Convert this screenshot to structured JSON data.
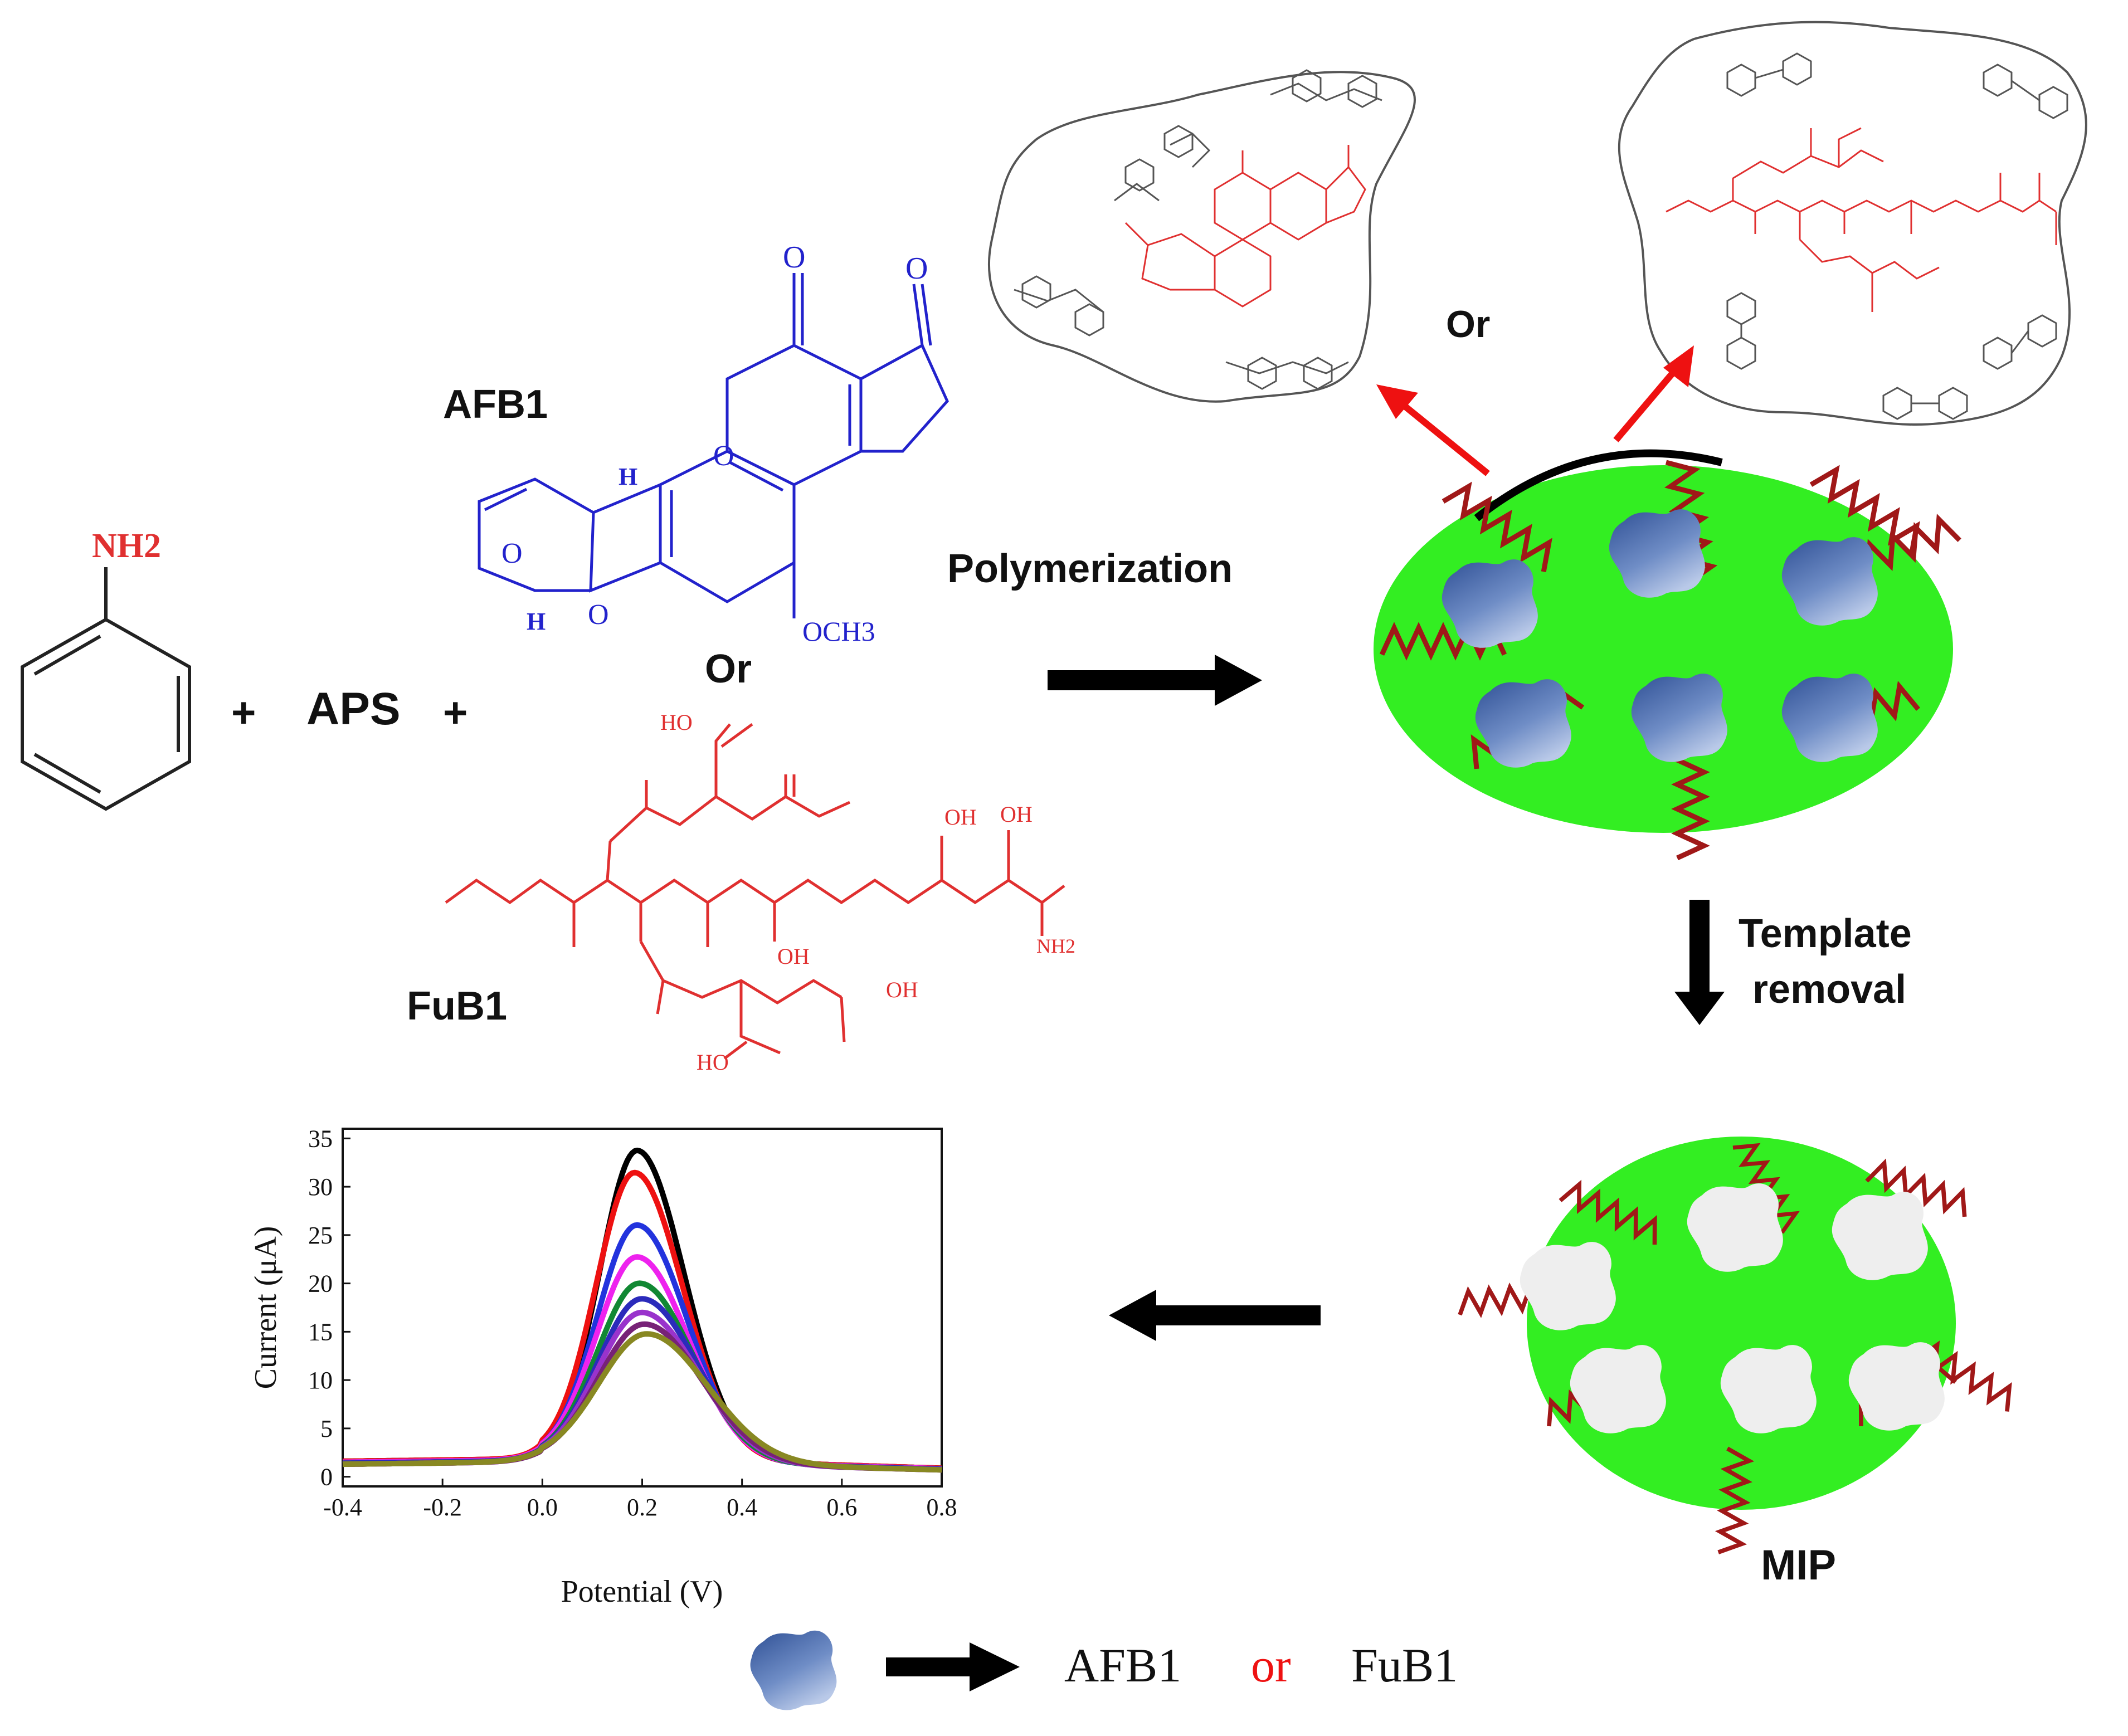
{
  "reagents": {
    "aniline_group": "NH2",
    "plus": "+",
    "aps": "APS"
  },
  "templates": {
    "afb1_label": "AFB1",
    "afb1_och3": "OCH3",
    "afb1_h": "H",
    "or_label": "Or",
    "fub1_label": "FuB1",
    "fub1_oh": "OH",
    "fub1_ho": "HO",
    "fub1_nh2": "NH2"
  },
  "steps": {
    "polymerization": "Polymerization",
    "or_between_insets": "Or",
    "template_removal_line1": "Template",
    "template_removal_line2": "removal",
    "mip": "MIP"
  },
  "legend": {
    "afb1": "AFB1",
    "or": "or",
    "fub1": "FuB1"
  },
  "colors": {
    "polymer_green": "#33ee22",
    "polymer_chain": "#a01818",
    "template_blue": "#5a78b8",
    "cavity": "#eeeeee",
    "afb1_structure": "#2222cc",
    "fub1_structure": "#e03030",
    "arrow_red": "#ee1111"
  },
  "chart_data": {
    "type": "line",
    "xlabel": "Potential (V)",
    "ylabel": "Current (μA)",
    "xlim": [
      -0.4,
      0.8
    ],
    "ylim": [
      -1,
      36
    ],
    "xticks": [
      "-0.4",
      "-0.2",
      "0.0",
      "0.2",
      "0.4",
      "0.6",
      "0.8"
    ],
    "yticks": [
      "0",
      "5",
      "10",
      "15",
      "20",
      "25",
      "30",
      "35"
    ],
    "series": [
      {
        "color": "#000000",
        "peak": 33.5,
        "center": 0.19,
        "width": 0.075,
        "base": 1.6
      },
      {
        "color": "#ee1111",
        "peak": 31.2,
        "center": 0.185,
        "width": 0.077,
        "base": 1.6
      },
      {
        "color": "#2233dd",
        "peak": 25.8,
        "center": 0.19,
        "width": 0.08,
        "base": 1.5
      },
      {
        "color": "#ee22ee",
        "peak": 22.5,
        "center": 0.19,
        "width": 0.082,
        "base": 1.5
      },
      {
        "color": "#118833",
        "peak": 19.8,
        "center": 0.195,
        "width": 0.085,
        "base": 1.4
      },
      {
        "color": "#2b2bbb",
        "peak": 18.2,
        "center": 0.2,
        "width": 0.088,
        "base": 1.4
      },
      {
        "color": "#9933cc",
        "peak": 16.8,
        "center": 0.2,
        "width": 0.09,
        "base": 1.3
      },
      {
        "color": "#772277",
        "peak": 15.6,
        "center": 0.205,
        "width": 0.092,
        "base": 1.3
      },
      {
        "color": "#888822",
        "peak": 14.6,
        "center": 0.21,
        "width": 0.097,
        "base": 1.3
      }
    ]
  }
}
